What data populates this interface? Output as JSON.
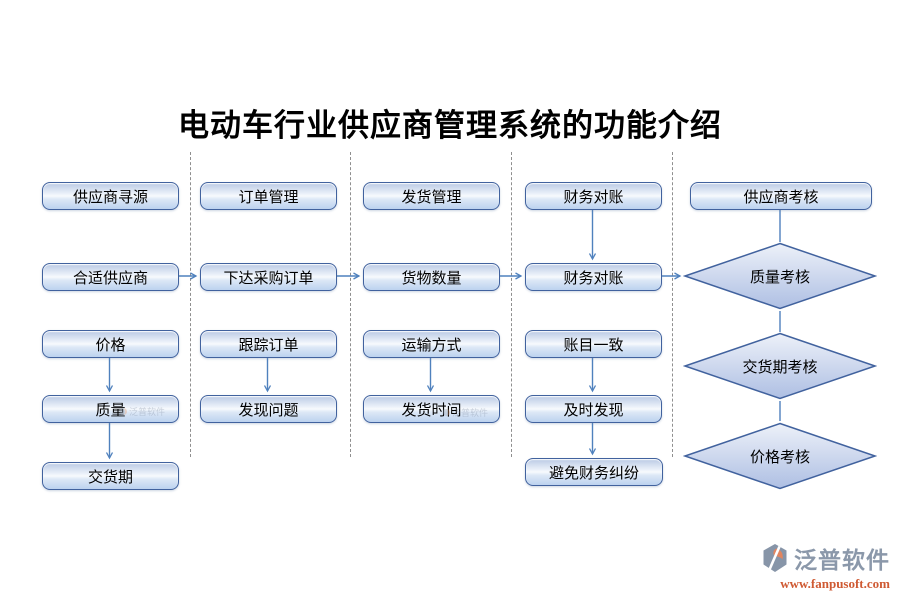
{
  "title": "电动车行业供应商管理系统的功能介绍",
  "columns": [
    {
      "header": "供应商寻源",
      "nodes": [
        "合适供应商",
        "价格",
        "质量",
        "交货期"
      ]
    },
    {
      "header": "订单管理",
      "nodes": [
        "下达采购订单",
        "跟踪订单",
        "发现问题"
      ]
    },
    {
      "header": "发货管理",
      "nodes": [
        "货物数量",
        "运输方式",
        "发货时间"
      ]
    },
    {
      "header": "财务对账",
      "nodes": [
        "财务对账",
        "账目一致",
        "及时发现",
        "避免财务纠纷"
      ]
    },
    {
      "header": "供应商考核",
      "nodes": [
        "质量考核",
        "交货期考核",
        "价格考核"
      ]
    }
  ],
  "watermark": {
    "text": "泛普软件"
  },
  "footer": {
    "brand": "泛普软件",
    "url": "www.fanpusoft.com"
  },
  "colors": {
    "box_border": "#41629e",
    "box_fill_top": "#b9c9e4",
    "box_fill_bottom": "#bcd2ef",
    "arrow": "#4f81bd",
    "dashed_line": "#8f8f8f",
    "brand_gray": "#8b98aa",
    "brand_orange": "#cf5a33"
  }
}
